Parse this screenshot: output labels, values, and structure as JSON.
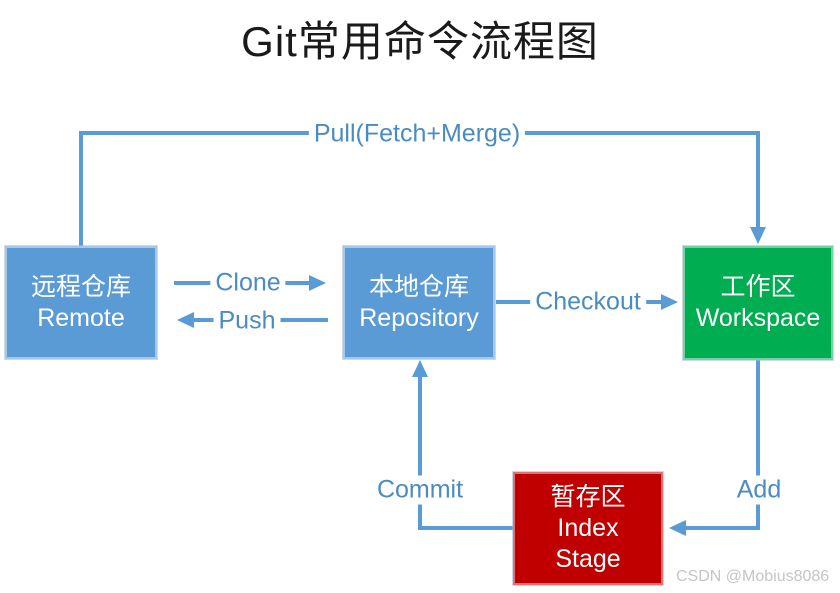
{
  "title": "Git常用命令流程图",
  "watermark": "CSDN @Mobius8086",
  "colors": {
    "node_blue": "#5b9bd5",
    "node_green": "#00ad50",
    "node_red": "#c00000",
    "arrow_line": "#5b9bd5",
    "edge_label_text": "#4a8bc2",
    "title_text": "#1a1a1a",
    "watermark_text": "#c5c5c5"
  },
  "nodes": {
    "remote": {
      "lines": [
        "远程仓库",
        "Remote"
      ],
      "color": "#5b9bd5"
    },
    "repository": {
      "lines": [
        "本地仓库",
        "Repository"
      ],
      "color": "#5b9bd5"
    },
    "workspace": {
      "lines": [
        "工作区",
        "Workspace"
      ],
      "color": "#00ad50"
    },
    "index": {
      "lines": [
        "暂存区",
        "Index",
        "Stage"
      ],
      "color": "#c00000"
    }
  },
  "edges": {
    "pull": "Pull(Fetch+Merge)",
    "clone": "Clone",
    "push": "Push",
    "checkout": "Checkout",
    "commit": "Commit",
    "add": "Add"
  }
}
